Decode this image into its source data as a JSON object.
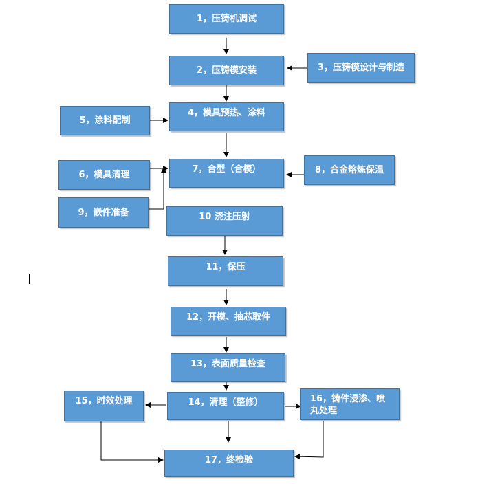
{
  "colors": {
    "box_fill": "#5B9BD5",
    "box_border": "#41719C",
    "box_text": "#FFFFFF",
    "arrow": "#000000"
  },
  "steps": {
    "s1": "1，压铸机调试",
    "s2": "2，压铸模安装",
    "s3": "3，压铸模设计与制造",
    "s4": "4，模具预热、涂料",
    "s5": "5，涂料配制",
    "s6": "6，模具清理",
    "s7": "7，合型（合模）",
    "s8": "8，合金熔炼保温",
    "s9": "9，嵌件准备",
    "s10": "10 浇注压射",
    "s11": "11，保压",
    "s12": "12，开模、抽芯取件",
    "s13": "13，表面质量检查",
    "s14": "14，清理（整修）",
    "s15": "15，时效处理",
    "s16": "16，铸件浸渗、喷丸处理",
    "s17": "17，终检验"
  }
}
